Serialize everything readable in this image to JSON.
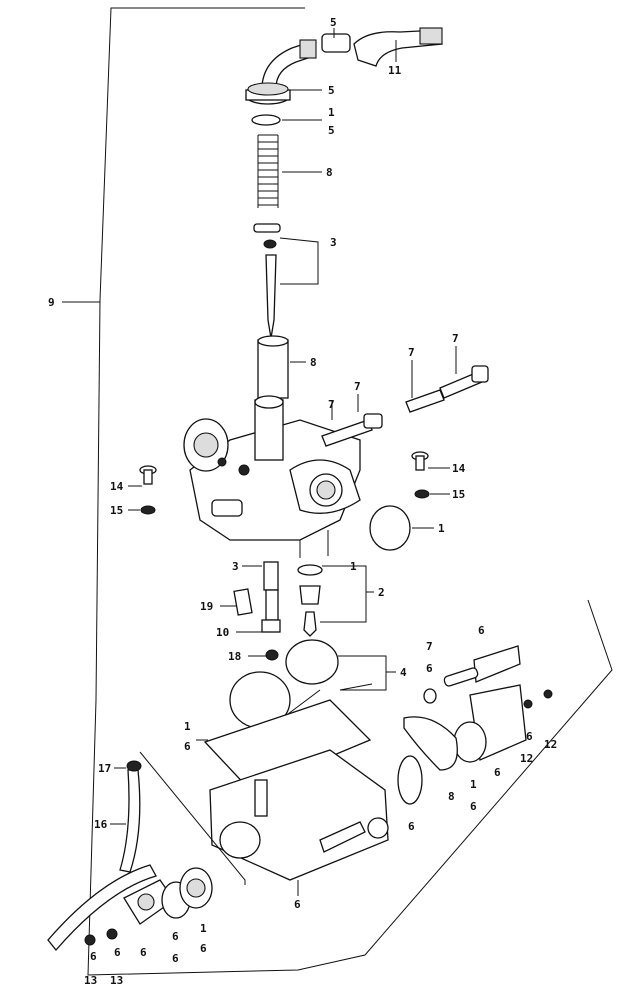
{
  "labels": {
    "a5": "5",
    "a11": "11",
    "b5": "5",
    "c1": "1",
    "c5": "5",
    "d8": "8",
    "e3": "3",
    "f9": "9",
    "g8": "8",
    "h7a": "7",
    "h7b": "7",
    "h7c": "7",
    "h7d": "7",
    "i14a": "14",
    "i15a": "15",
    "i14b": "14",
    "i15b": "15",
    "j1": "1",
    "k3": "3",
    "k1": "1",
    "k2": "2",
    "k19": "19",
    "k10": "10",
    "k18": "18",
    "l4": "4",
    "m7": "7",
    "m6a": "6",
    "m6b": "6",
    "m6c": "6",
    "m12a": "12",
    "m12b": "12",
    "n1a": "1",
    "n6a": "6",
    "n17": "17",
    "n16": "16",
    "o8": "8",
    "o6a": "6",
    "o1": "1",
    "o6b": "6",
    "o6c": "6",
    "p6": "6",
    "q6a": "6",
    "q6b": "6",
    "q1": "1",
    "q6c": "6",
    "q6d": "6",
    "r13a": "13",
    "r13b": "13"
  }
}
